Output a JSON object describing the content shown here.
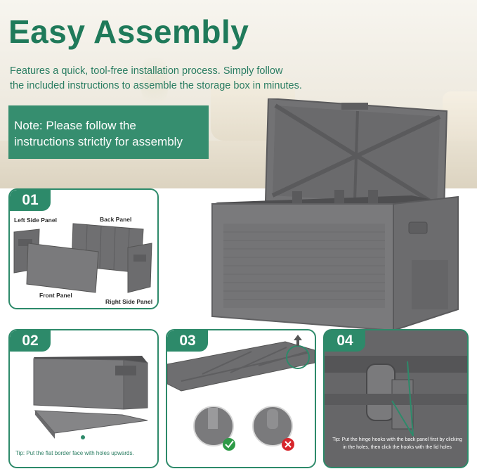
{
  "header": {
    "title": "Easy Assembly",
    "subtitle_line1": "Features a quick, tool-free installation process. Simply follow",
    "subtitle_line2": "the included instructions to assemble the storage box in minutes."
  },
  "note": {
    "line1": "Note: Please follow the",
    "line2": "instructions strictly for assembly"
  },
  "steps": [
    {
      "number": "01",
      "labels": {
        "left_side_panel": "Left Side Panel",
        "back_panel": "Back Panel",
        "front_panel": "Front Panel",
        "right_side_panel": "Right Side Panel"
      }
    },
    {
      "number": "02",
      "tip": "Tip: Put the flat border face with holes upwards."
    },
    {
      "number": "03"
    },
    {
      "number": "04",
      "tip_line1": "Tip: Put the hinge hooks with the back panel first by clicking",
      "tip_line2": "in the holes, then click the hooks with the lid holes"
    }
  ],
  "colors": {
    "brand_green": "#2d8a6a",
    "product_gray": "#6e6e70"
  }
}
